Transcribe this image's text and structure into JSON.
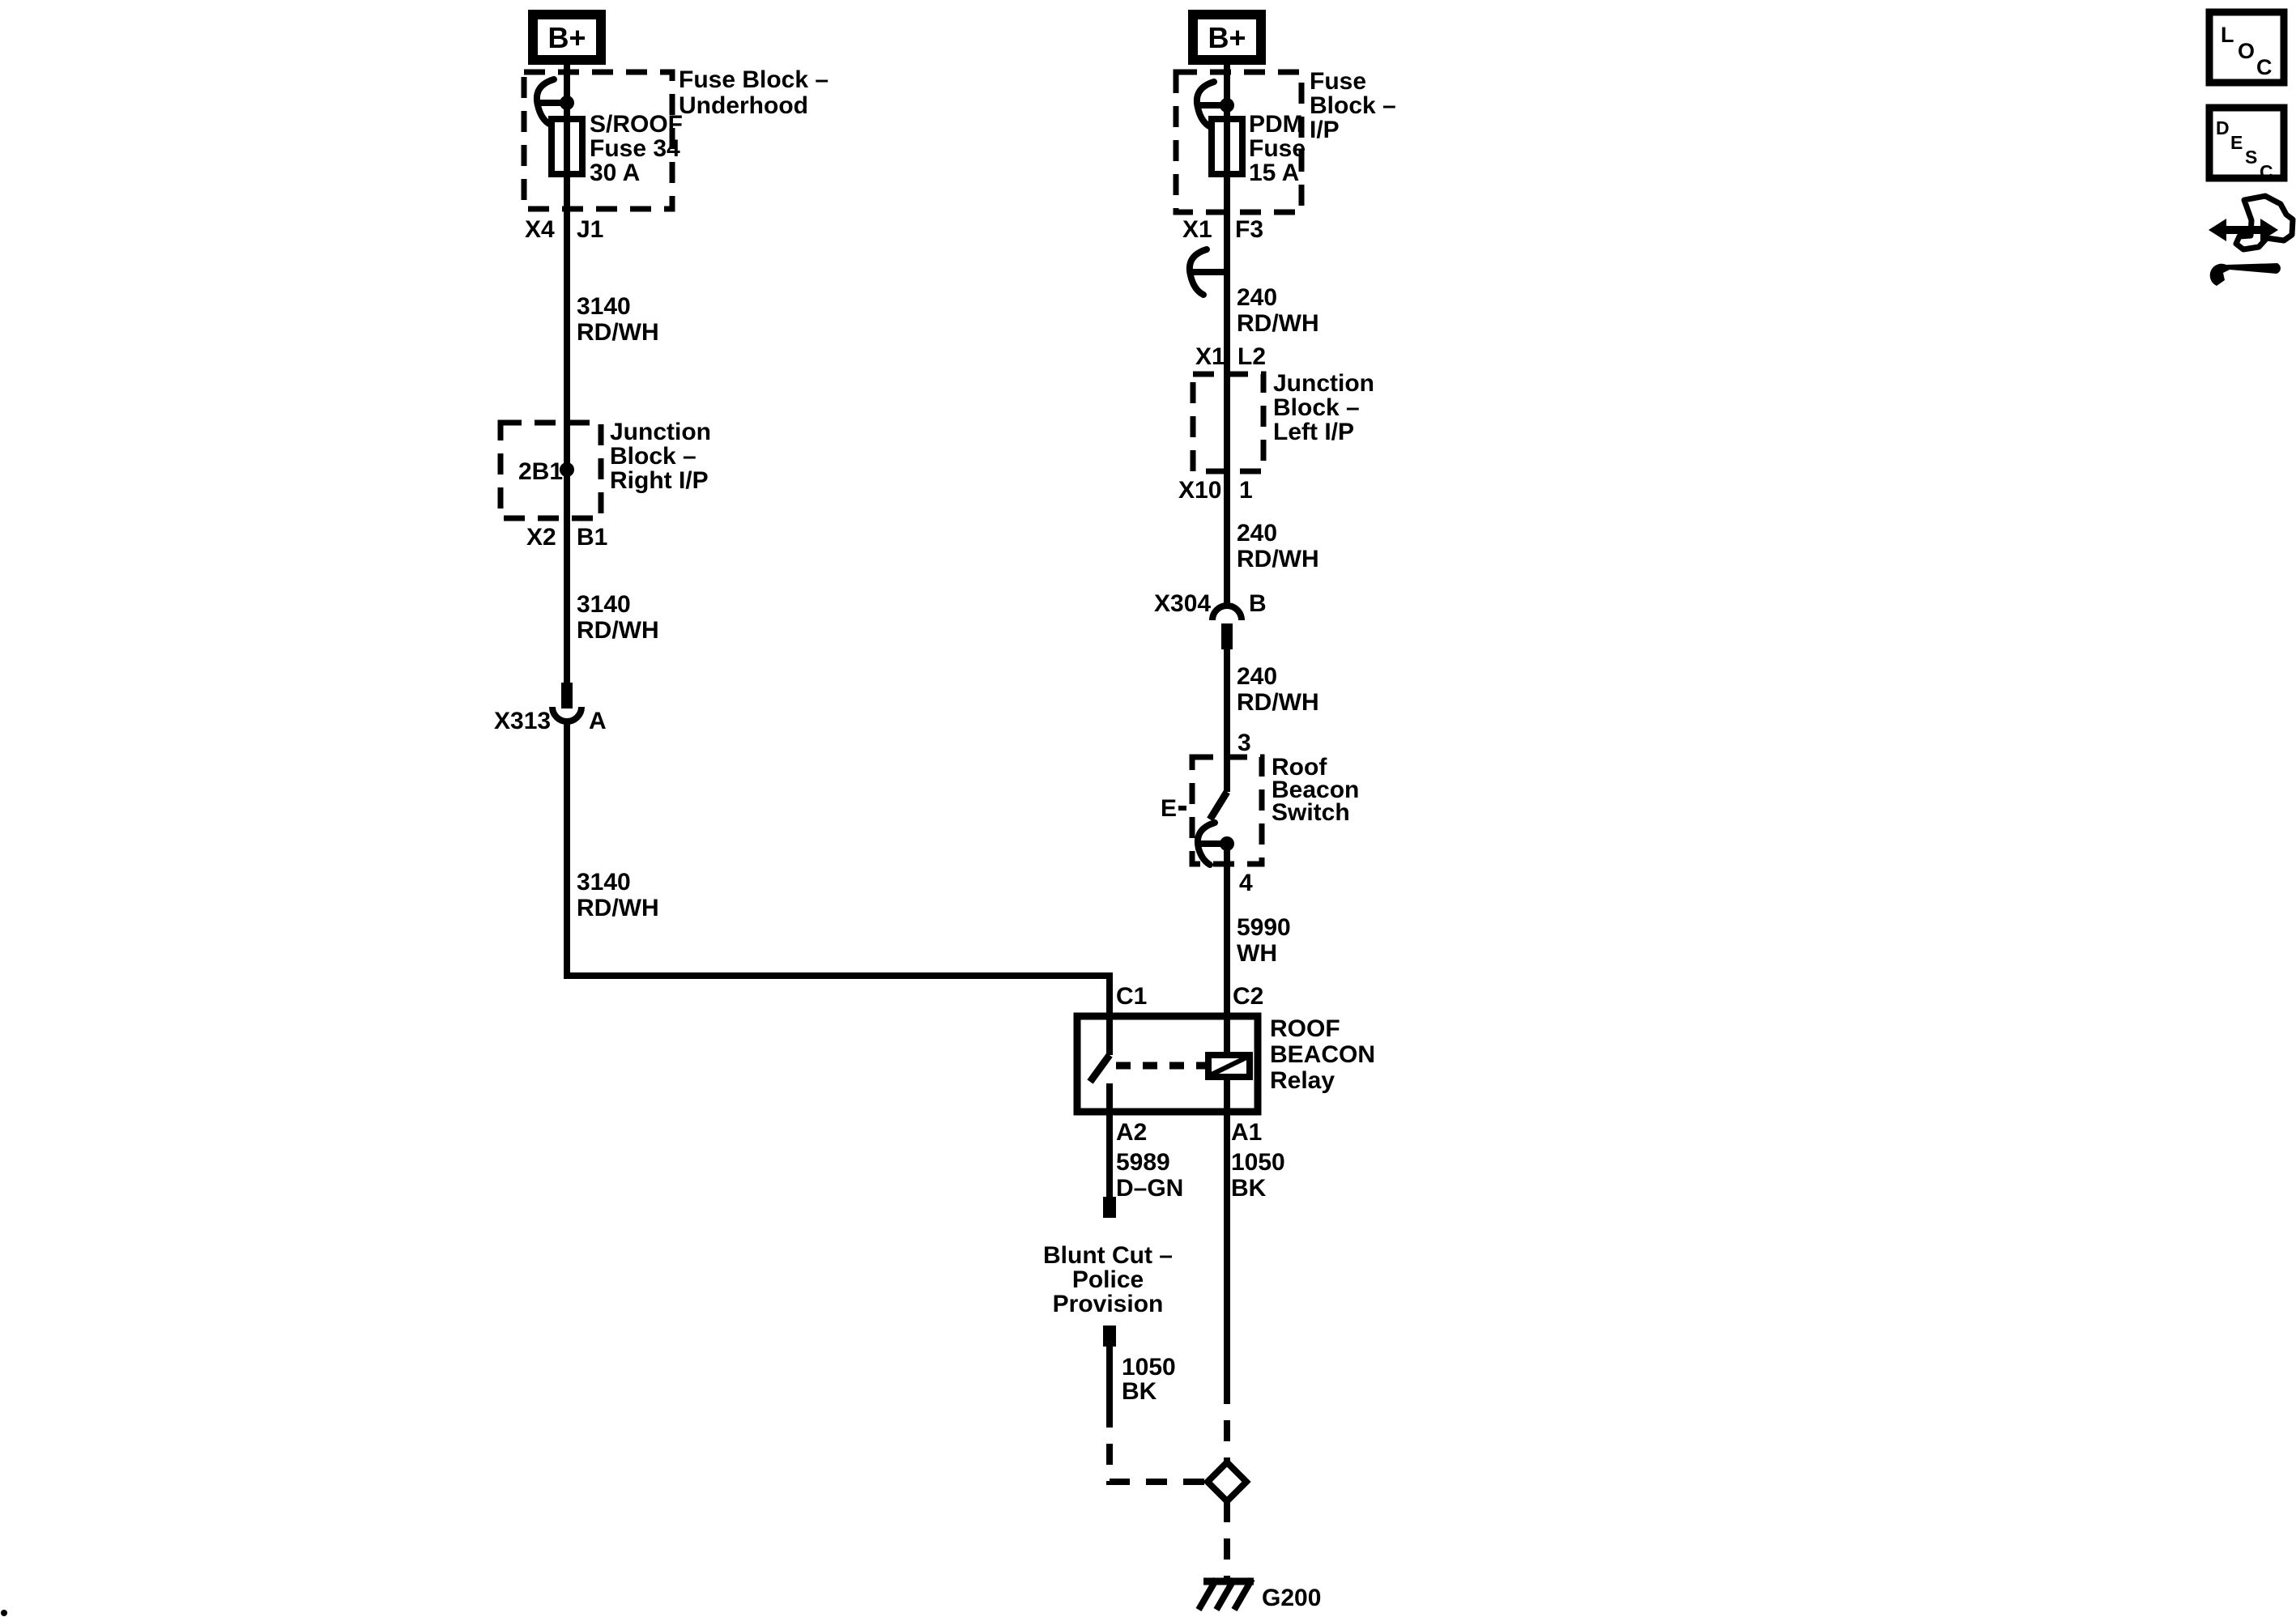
{
  "colors": {
    "ink": "#000000",
    "paper": "#ffffff"
  },
  "left_branch": {
    "power": "B+",
    "fuse_block_label": [
      "Fuse Block –",
      "Underhood"
    ],
    "fuse_label": [
      "S/ROOF",
      "Fuse 34",
      "30 A"
    ],
    "out_conn": {
      "connector": "X4",
      "pin": "J1"
    },
    "wire_a": {
      "circuit": "3140",
      "color": "RD/WH"
    },
    "junction_label": [
      "Junction",
      "Block –",
      "Right I/P"
    ],
    "junction_pin": "2B1",
    "junction_out": {
      "connector": "X2",
      "pin": "B1"
    },
    "wire_b": {
      "circuit": "3140",
      "color": "RD/WH"
    },
    "inline": {
      "connector": "X313",
      "pin": "A"
    },
    "wire_c": {
      "circuit": "3140",
      "color": "RD/WH"
    }
  },
  "right_branch": {
    "power": "B+",
    "fuse_block_label": [
      "Fuse",
      "Block –",
      "I/P"
    ],
    "fuse_label": [
      "PDM",
      "Fuse",
      "15 A"
    ],
    "out_conn": {
      "connector": "X1",
      "pin": "F3"
    },
    "wire_a": {
      "circuit": "240",
      "color": "RD/WH"
    },
    "jb_in": {
      "connector": "X1",
      "pin": "L2"
    },
    "junction_label": [
      "Junction",
      "Block –",
      "Left I/P"
    ],
    "jb_out": {
      "connector": "X10",
      "pin": "1"
    },
    "wire_b": {
      "circuit": "240",
      "color": "RD/WH"
    },
    "inline": {
      "connector": "X304",
      "pin": "B"
    },
    "wire_c": {
      "circuit": "240",
      "color": "RD/WH"
    },
    "switch": {
      "pin_top": "3",
      "e": "E",
      "label": [
        "Roof",
        "Beacon",
        "Switch"
      ],
      "pin_bottom": "4"
    },
    "wire_d": {
      "circuit": "5990",
      "color": "WH"
    }
  },
  "relay": {
    "label": [
      "ROOF",
      "BEACON",
      "Relay"
    ],
    "pin_c1": "C1",
    "pin_c2": "C2",
    "pin_a2": "A2",
    "pin_a1": "A1"
  },
  "outputs": {
    "wire_a2": {
      "circuit": "5989",
      "color": "D–GN"
    },
    "blunt_cut": [
      "Blunt Cut –",
      "Police",
      "Provision"
    ],
    "wire_police": {
      "circuit": "1050",
      "color": "BK"
    },
    "wire_a1": {
      "circuit": "1050",
      "color": "BK"
    },
    "ground": "G200"
  },
  "legend": {
    "loc": [
      "L",
      "O",
      "C"
    ],
    "desc": [
      "D",
      "E",
      "S",
      "C"
    ]
  }
}
